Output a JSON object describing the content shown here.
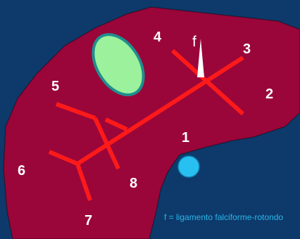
{
  "segments": [
    {
      "label": "1"
    },
    {
      "label": "2"
    },
    {
      "label": "3"
    },
    {
      "label": "4"
    },
    {
      "label": "5"
    },
    {
      "label": "6"
    },
    {
      "label": "7"
    },
    {
      "label": "8"
    }
  ],
  "ligament_marker": "f",
  "legend": "f = ligamento falciforme-rotondo",
  "colors": {
    "background": "#0d3a6b",
    "liver": "#9a0639",
    "vessels": "#ff1a1a",
    "gallbladder": "#9cf29c",
    "gallbladder_border": "#1f8f8f",
    "vena_cava": "#28c0f0",
    "legend_text": "#29b6e8"
  }
}
